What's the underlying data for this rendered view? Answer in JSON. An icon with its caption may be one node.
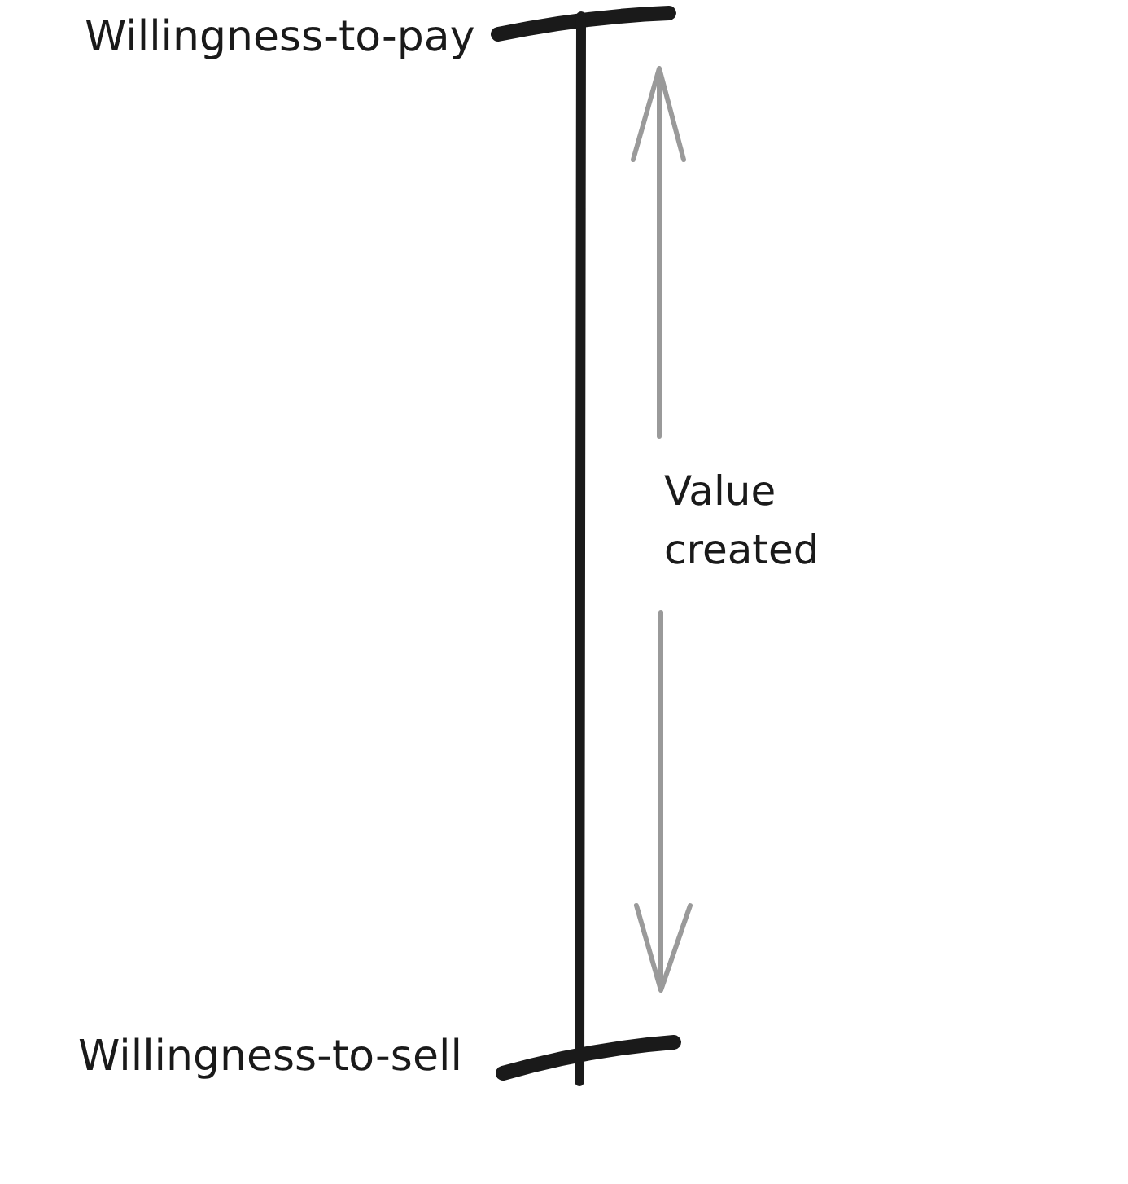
{
  "diagram": {
    "labels": [
      "Willingness-to-pay",
      "Value created",
      "Willingness-to-sell"
    ]
  }
}
